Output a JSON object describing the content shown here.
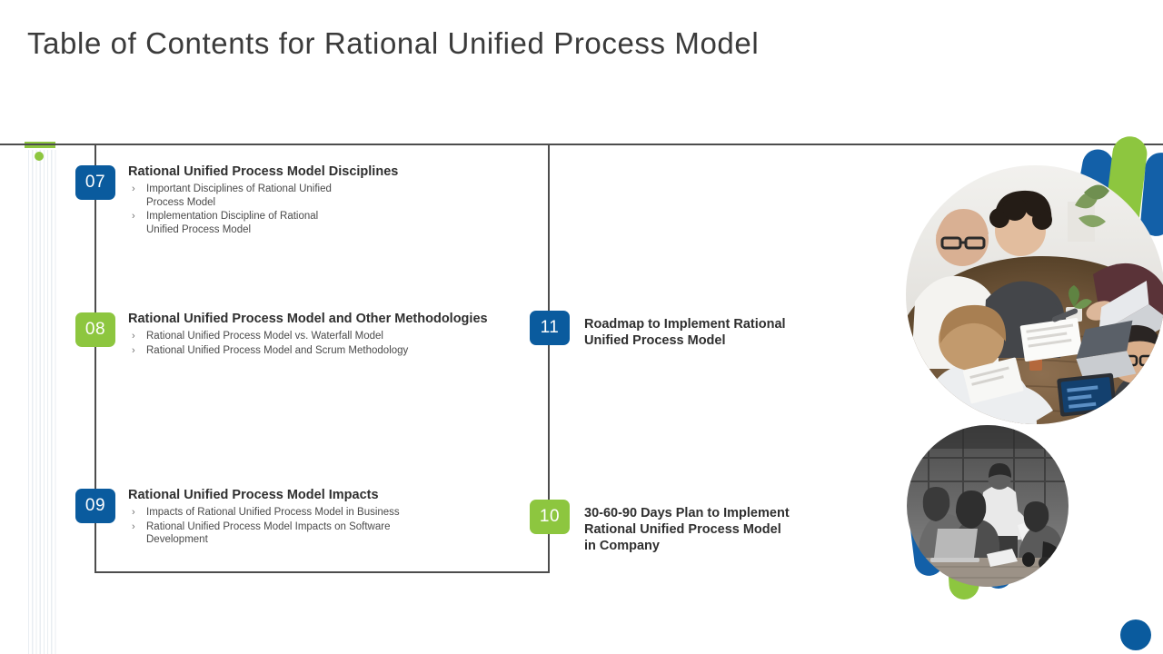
{
  "slide": {
    "title": "Table of Contents for Rational Unified Process Model"
  },
  "colors": {
    "blue": "#0a5b9e",
    "green": "#8dc63f",
    "bar_blue": "#0a549b",
    "line_gray": "#4d4d4d",
    "heading_text": "#2f2f2f",
    "bullet_text": "#4a4a4a",
    "title_text": "#3b3b3b"
  },
  "left_column": [
    {
      "number": "07",
      "badge_color": "blue",
      "heading": "Rational Unified Process Model Disciplines",
      "bullets": [
        "Important Disciplines of Rational Unified\nProcess Model",
        "Implementation Discipline of Rational\nUnified Process Model"
      ]
    },
    {
      "number": "08",
      "badge_color": "green",
      "heading": "Rational Unified Process Model and Other Methodologies",
      "bullets": [
        "Rational Unified Process Model vs. Waterfall Model",
        "Rational Unified Process Model and Scrum Methodology"
      ]
    },
    {
      "number": "09",
      "badge_color": "blue",
      "heading": "Rational Unified Process Model Impacts",
      "bullets": [
        "Impacts of Rational Unified Process Model in Business",
        "Rational Unified Process Model Impacts on Software\nDevelopment"
      ]
    }
  ],
  "right_column": [
    {
      "number": "11",
      "badge_color": "blue",
      "heading": "Roadmap to Implement Rational\nUnified Process Model",
      "bullets": []
    },
    {
      "number": "10",
      "badge_color": "green",
      "heading": "30-60-90 Days Plan to Implement\nRational Unified Process Model\nin Company",
      "bullets": []
    }
  ],
  "bullet_marker": "›",
  "artwork": {
    "main_photo_alt": "team-meeting-around-wooden-table-photo",
    "secondary_photo_alt": "office-workspace-people-grayscale-photo",
    "petals_top": [
      "blue",
      "green",
      "blue"
    ],
    "petals_bottom": [
      "blue",
      "green",
      "blue"
    ]
  }
}
